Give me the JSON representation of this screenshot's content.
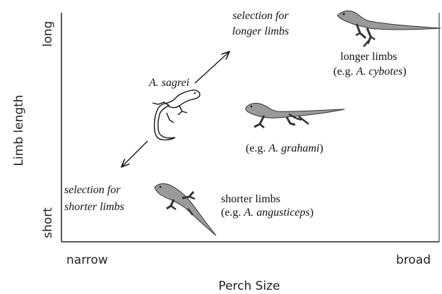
{
  "axes": {
    "x_title": "Perch Size",
    "y_title": "Limb length",
    "x_tick_low": "narrow",
    "x_tick_high": "broad",
    "y_tick_low": "short",
    "y_tick_high": "long"
  },
  "annotations": {
    "sel_longer_line1": "selection for",
    "sel_longer_line2": "longer limbs",
    "sel_shorter_line1": "selection for",
    "sel_shorter_line2": "shorter limbs",
    "center_species": "A. sagrei",
    "top_right_label1": "longer limbs",
    "top_right_eg": "(e.g. ",
    "top_right_species": "A. cybotes",
    "close_paren": ")",
    "middle_eg": "(e.g. ",
    "middle_species": "A. grahami",
    "bottom_label1": "shorter limbs",
    "bottom_eg": "(e.g. ",
    "bottom_species": "A. angusticeps"
  },
  "colors": {
    "lizard_fill": "#9a9a9a",
    "outline": "#1a1a1a"
  }
}
